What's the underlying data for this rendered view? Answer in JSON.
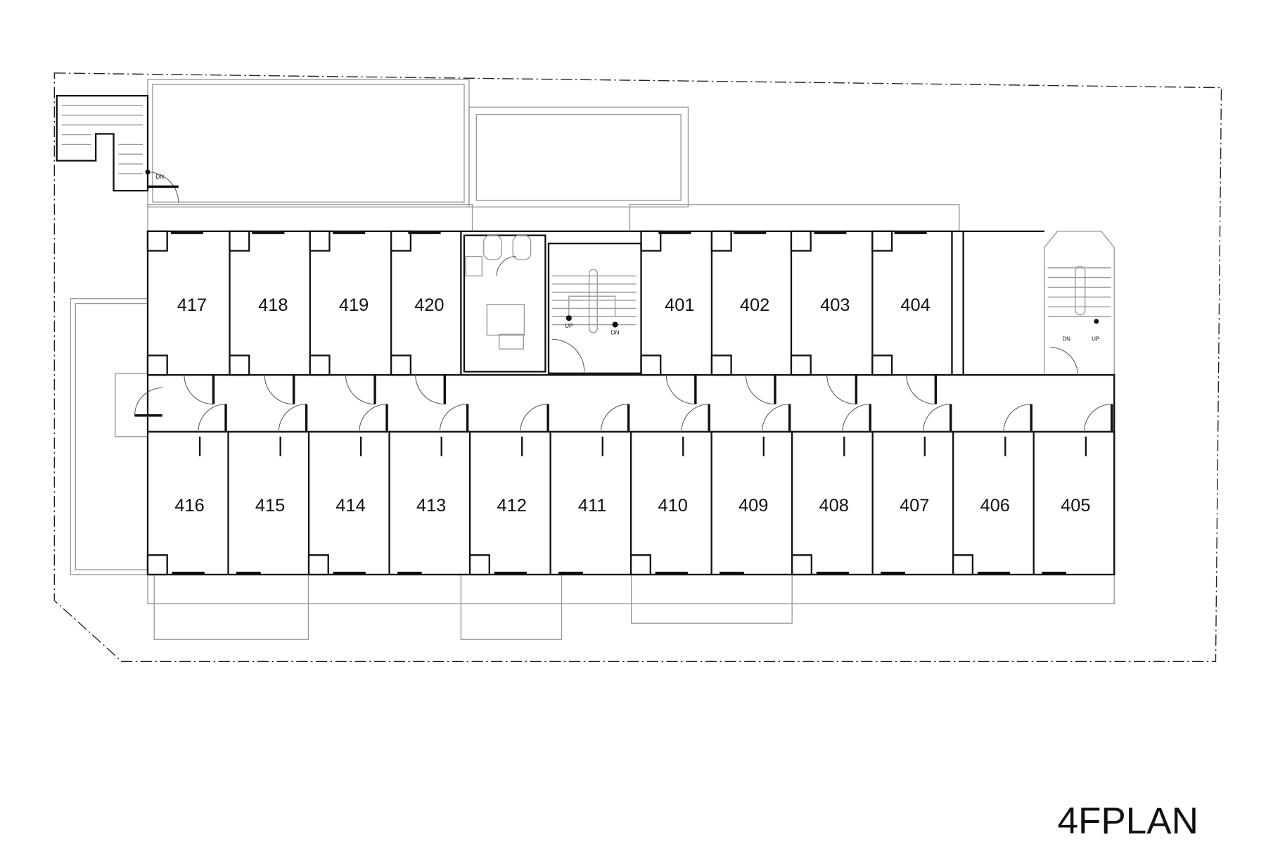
{
  "plan_title": "4FPLAN",
  "rooms_top": [
    "417",
    "418",
    "419",
    "420",
    "401",
    "402",
    "403",
    "404"
  ],
  "rooms_bottom": [
    "416",
    "415",
    "414",
    "413",
    "412",
    "411",
    "410",
    "409",
    "408",
    "407",
    "406",
    "405"
  ],
  "stair_labels": {
    "up": "UP",
    "dn": "DN"
  }
}
